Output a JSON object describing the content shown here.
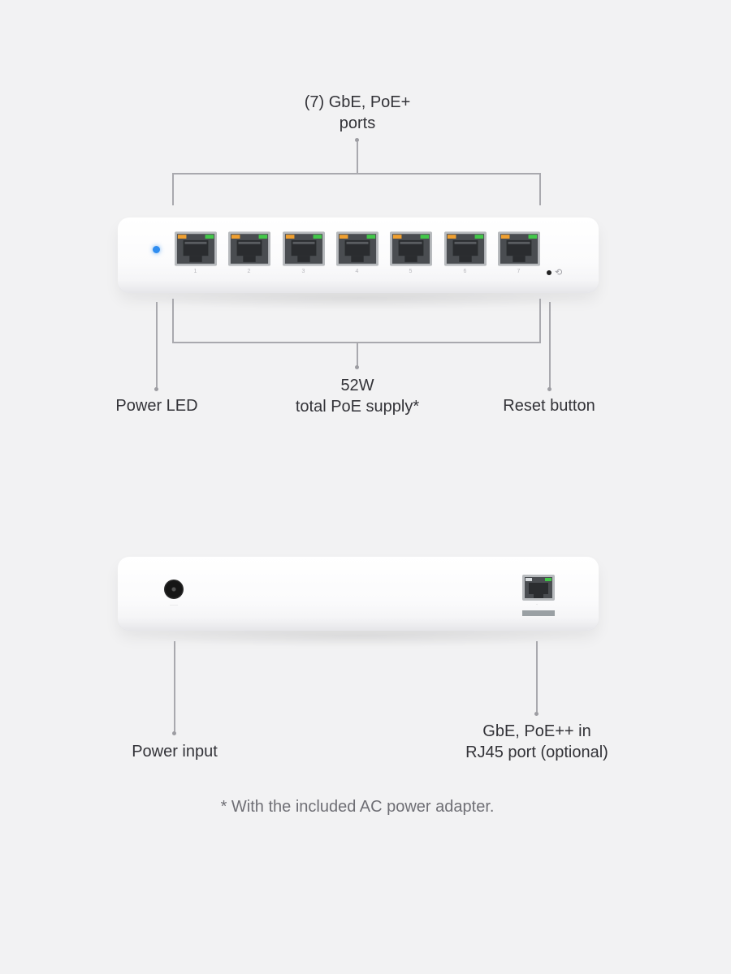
{
  "front": {
    "ports_label": [
      "(7) GbE, PoE+",
      "ports"
    ],
    "power_led_label": "Power LED",
    "poe_supply_label": [
      "52W",
      "total PoE supply*"
    ],
    "reset_button_label": "Reset button",
    "port_numbers": [
      "1",
      "2",
      "3",
      "4",
      "5",
      "6",
      "7"
    ]
  },
  "rear": {
    "power_input_label": "Power input",
    "uplink_label": [
      "GbE, PoE++ in",
      "RJ45 port (optional)"
    ]
  },
  "footnote": "* With the included AC power adapter.",
  "colors": {
    "background": "#f2f2f3",
    "device_body": "#ffffff",
    "leader_line": "#a9a9ae",
    "power_led": "#2f8df0",
    "port_led_orange": "#f0a030",
    "port_led_green": "#43c84a"
  },
  "icons": {
    "reset": "reset-icon",
    "power_led": "power-led-icon",
    "ethernet_port": "rj45-port-icon",
    "dc_jack": "dc-jack-icon"
  }
}
